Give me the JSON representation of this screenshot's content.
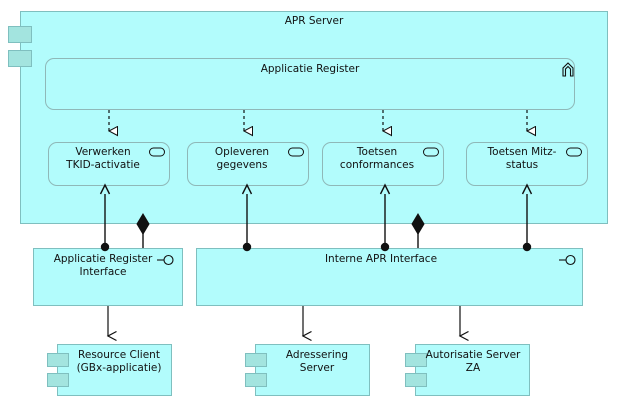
{
  "diagram": {
    "type": "archimate-component-diagram",
    "background": "#ffffff",
    "palette": {
      "node_fill": "#b2fcfc",
      "node_border": "#7fbfbf",
      "tab_fill": "#a3e4df",
      "connector": "#000000",
      "text": "#111111"
    }
  },
  "apr_server": {
    "label": "APR Server",
    "applicatie_register": {
      "label": "Applicatie Register",
      "icon": "application-collaboration-icon"
    },
    "services": [
      {
        "label": "Verwerken\nTKID-activatie",
        "icon": "application-service-icon"
      },
      {
        "label": "Opleveren\ngegevens",
        "icon": "application-service-icon"
      },
      {
        "label": "Toetsen\nconformances",
        "icon": "application-service-icon"
      },
      {
        "label": "Toetsen Mitz-\nstatus",
        "icon": "application-service-icon"
      }
    ]
  },
  "interfaces": [
    {
      "label": "Applicatie Register\nInterface",
      "icon": "provided-interface-icon"
    },
    {
      "label": "Interne APR Interface",
      "icon": "provided-interface-icon"
    }
  ],
  "clients": [
    {
      "label": "Resource Client\n(GBx-applicatie)",
      "icon": "component-tabs-icon"
    },
    {
      "label": "Adressering\nServer",
      "icon": "component-tabs-icon"
    },
    {
      "label": "Autorisatie Server\nZA",
      "icon": "component-tabs-icon"
    }
  ],
  "connectors": {
    "realization": "dashed-line-hollow-triangle",
    "composition": "solid-line-filled-diamond",
    "assembly": "solid-line-ball-socket",
    "dependency": "solid-line-open-arrow"
  }
}
